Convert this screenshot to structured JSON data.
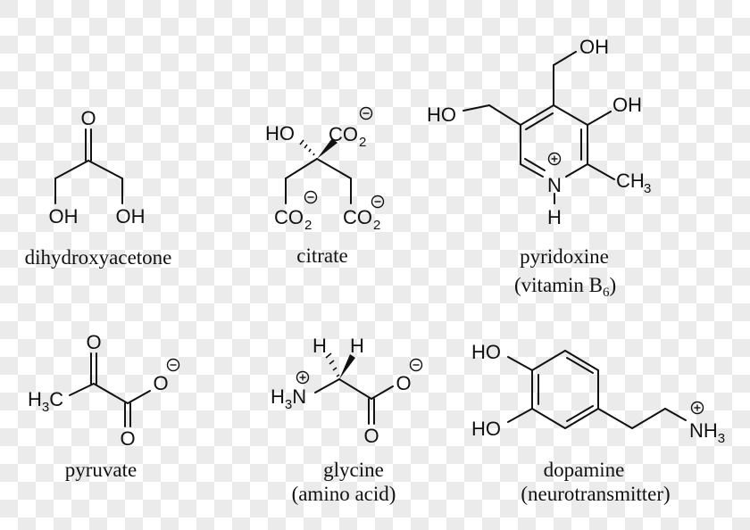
{
  "molecules": {
    "dihydroxyacetone": {
      "name": "dihydroxyacetone",
      "atoms": {
        "o_top": "O",
        "oh_left": "OH",
        "oh_right": "OH"
      }
    },
    "citrate": {
      "name": "citrate",
      "atoms": {
        "ho": "HO",
        "co2_top": "CO",
        "co2_left": "CO",
        "co2_right": "CO",
        "sub2": "2"
      }
    },
    "pyridoxine": {
      "name": "pyridoxine",
      "subtitle_pre": "(vitamin B",
      "subtitle_sub": "6",
      "subtitle_post": ")",
      "atoms": {
        "oh_top": "OH",
        "ho_left": "HO",
        "oh_right": "OH",
        "n": "N",
        "h": "H",
        "ch": "CH",
        "sub3": "3"
      }
    },
    "pyruvate": {
      "name": "pyruvate",
      "atoms": {
        "o_top": "O",
        "h3c_h": "H",
        "h3c_sub": "3",
        "h3c_c": "C",
        "o_minus": "O",
        "o_bottom": "O"
      }
    },
    "glycine": {
      "name": "glycine",
      "subtitle": "(amino acid)",
      "atoms": {
        "h_left": "H",
        "h_right": "H",
        "h3n_h": "H",
        "h3n_sub": "3",
        "h3n_n": "N",
        "o_minus": "O",
        "o_bottom": "O"
      }
    },
    "dopamine": {
      "name": "dopamine",
      "subtitle": "(neurotransmitter)",
      "atoms": {
        "ho_top": "HO",
        "ho_bottom": "HO",
        "nh": "NH",
        "sub3": "3"
      }
    }
  },
  "charges": {
    "minus": "−",
    "plus": "+"
  }
}
